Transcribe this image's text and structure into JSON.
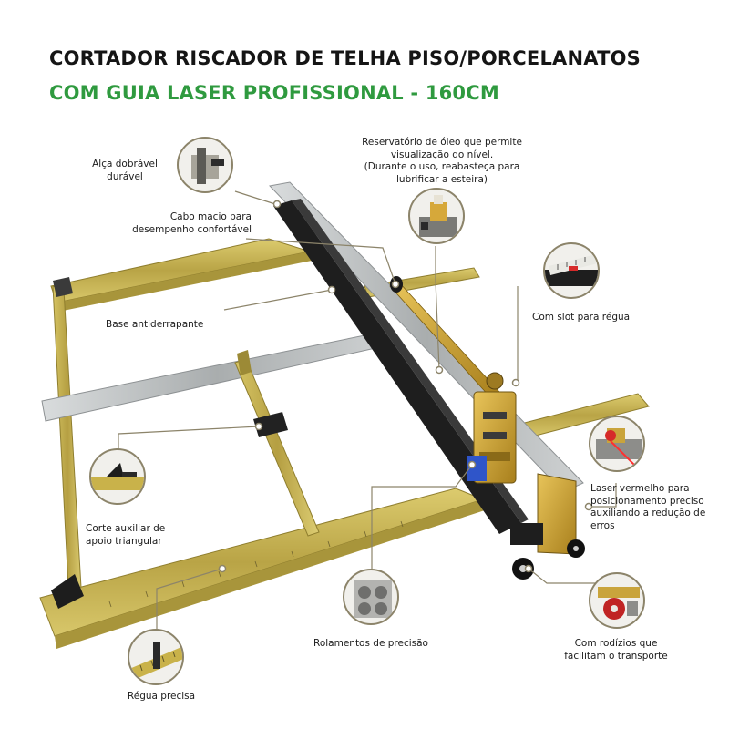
{
  "header": {
    "title_line1": "CORTADOR RISCADOR DE TELHA PISO/PORCELANATOS",
    "title_line2": "COM GUIA LASER PROFISSIONAL - 160CM"
  },
  "callouts": {
    "alca": "Alça dobrável\ndurável",
    "reservatorio": "Reservatório de óleo que permite\nvisualização do nível.\n(Durante o uso, reabasteça para\nlubrificar a esteira)",
    "cabo": "Cabo macio para\ndesempenho confortável",
    "slot": "Com slot para régua",
    "base": "Base antiderrapante",
    "laser": "Laser vermelho para\nposicionamento preciso\nauxiliando a redução de\nerros",
    "corte": "Corte auxiliar de\napoio triangular",
    "rolamentos": "Rolamentos de precisão",
    "rodizios": "Com rodízios que\nfacilitam o transporte",
    "regua": "Régua precisa"
  },
  "colors": {
    "headline": "#151515",
    "headline_accent": "#2f9a3f",
    "leader_line": "#8c846a",
    "frame_metal": "#c9b24a",
    "rail_aluminum": "#bfc3c4",
    "rail_black": "#1e1e1e",
    "laser_red": "#d62a2a"
  },
  "icons": [
    "folding-handle-icon",
    "oil-reservoir-icon",
    "ruler-slot-icon",
    "red-laser-icon",
    "triangle-support-icon",
    "bearing-icon",
    "wheel-icon",
    "ruler-icon"
  ]
}
